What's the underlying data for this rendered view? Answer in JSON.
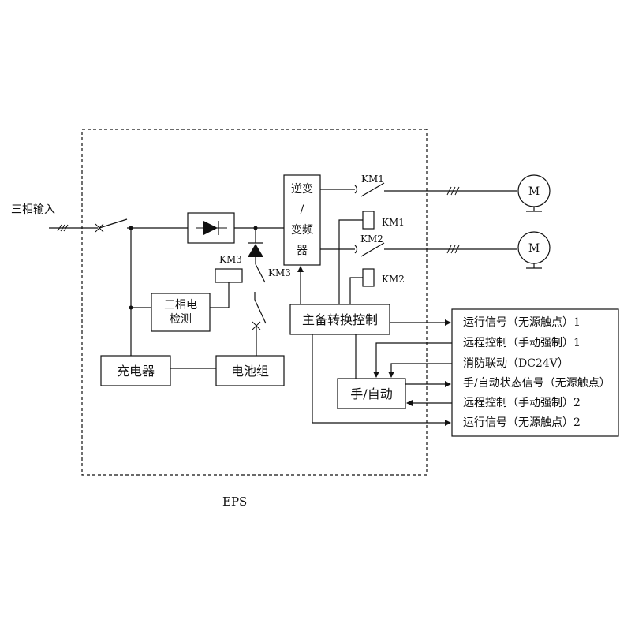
{
  "labels": {
    "input": "三相输入",
    "enclosure": "EPS",
    "inverter_1": "逆变",
    "inverter_2": "/",
    "inverter_3": "变频",
    "inverter_4": "器",
    "detect_1": "三相电",
    "detect_2": "检测",
    "charger": "充电器",
    "battery": "电池组",
    "main_ctrl": "主备转换控制",
    "manual_auto": "手/自动",
    "km1": "KM1",
    "km2": "KM2",
    "km3": "KM3",
    "motor": "M"
  },
  "signals": [
    "运行信号（无源触点）1",
    "远程控制（手动强制）1",
    "消防联动（DC24V）",
    "手/自动状态信号（无源触点）",
    "远程控制（手动强制）2",
    "运行信号（无源触点）2"
  ]
}
